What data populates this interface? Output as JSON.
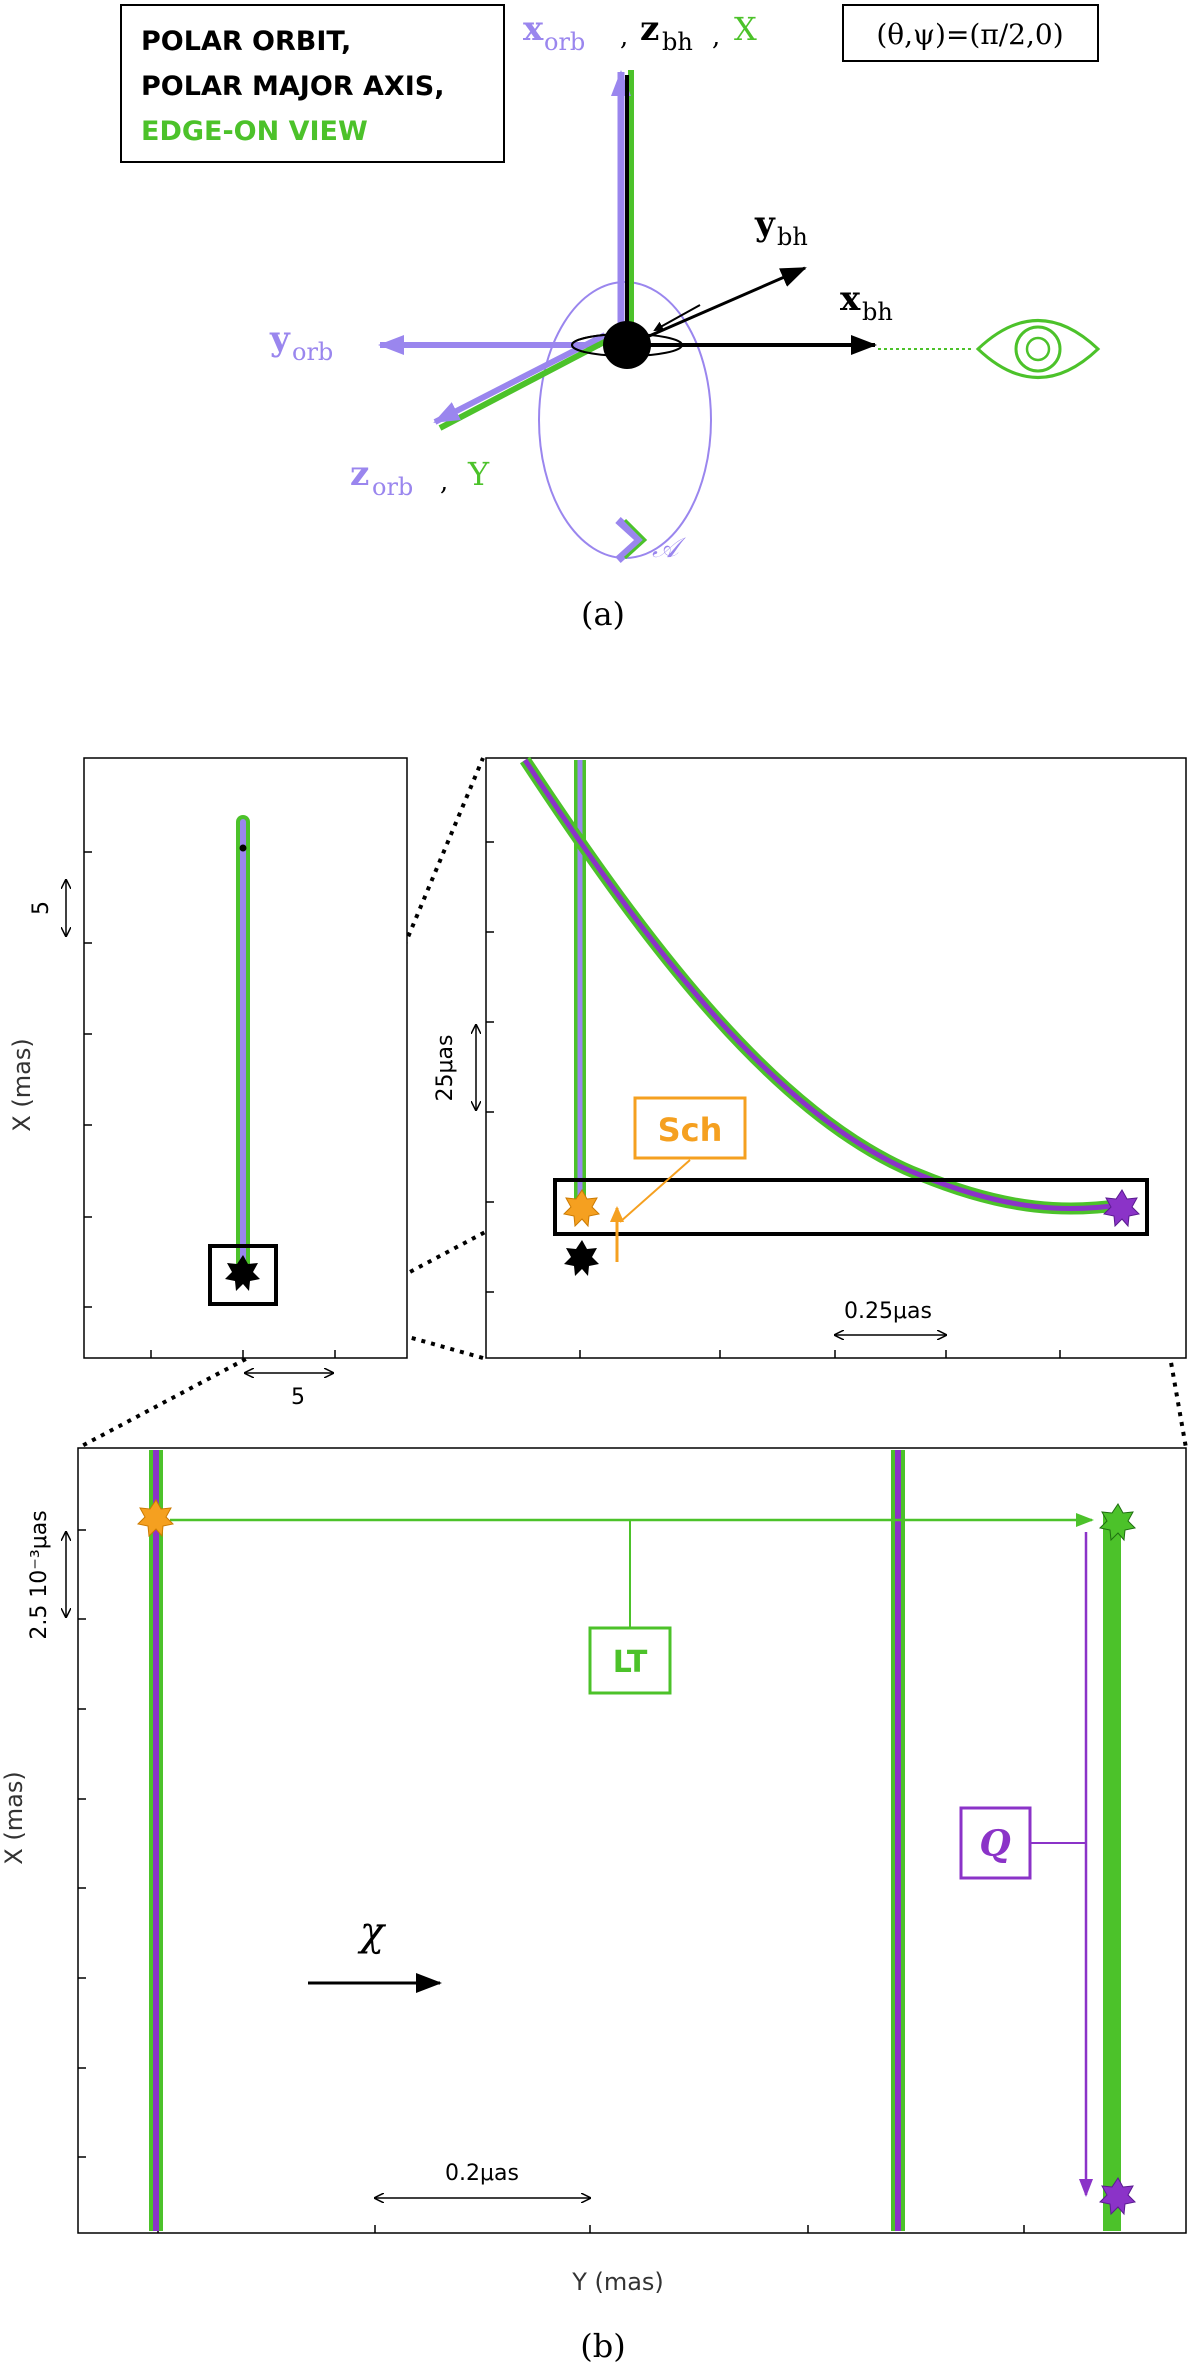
{
  "colors": {
    "black": "#000000",
    "lavender": "#9a86ee",
    "green": "#4cc22a",
    "purple": "#8b33c8",
    "orange": "#f5a020",
    "grey": "#999999"
  },
  "panel_a": {
    "legend": {
      "line1": "POLAR ORBIT,",
      "line2": "POLAR MAJOR AXIS,",
      "line3": "EDGE-ON VIEW"
    },
    "angle_box": "(θ,ψ)=(π/2,0)",
    "axes": {
      "x_orb_base": "x",
      "x_orb_sub": "orb",
      "z_bh_base": "z",
      "z_bh_sub": "bh",
      "X": "X",
      "y_bh_base": "y",
      "y_bh_sub": "bh",
      "x_bh_base": "x",
      "x_bh_sub": "bh",
      "y_orb_base": "y",
      "y_orb_sub": "orb",
      "z_orb_base": "z",
      "z_orb_sub": "orb",
      "Y": "Y",
      "sep": ","
    },
    "orbit_label": "𝒜",
    "eye_icon": "eye-icon",
    "caption": "(a)"
  },
  "panel_b": {
    "caption": "(b)",
    "top_left": {
      "ylabel": "X (mas)",
      "scale_v": "5",
      "scale_h": "5"
    },
    "top_right": {
      "scale_v": "25μas",
      "scale_h": "0.25μas",
      "sch_label": "Sch"
    },
    "bottom": {
      "ylabel": "X (mas)",
      "xlabel": "Y (mas)",
      "scale_v": "2.5 10⁻³μas",
      "scale_h": "0.2μas",
      "lt_label": "LT",
      "q_label": "Q",
      "chi_label": "χ"
    }
  }
}
